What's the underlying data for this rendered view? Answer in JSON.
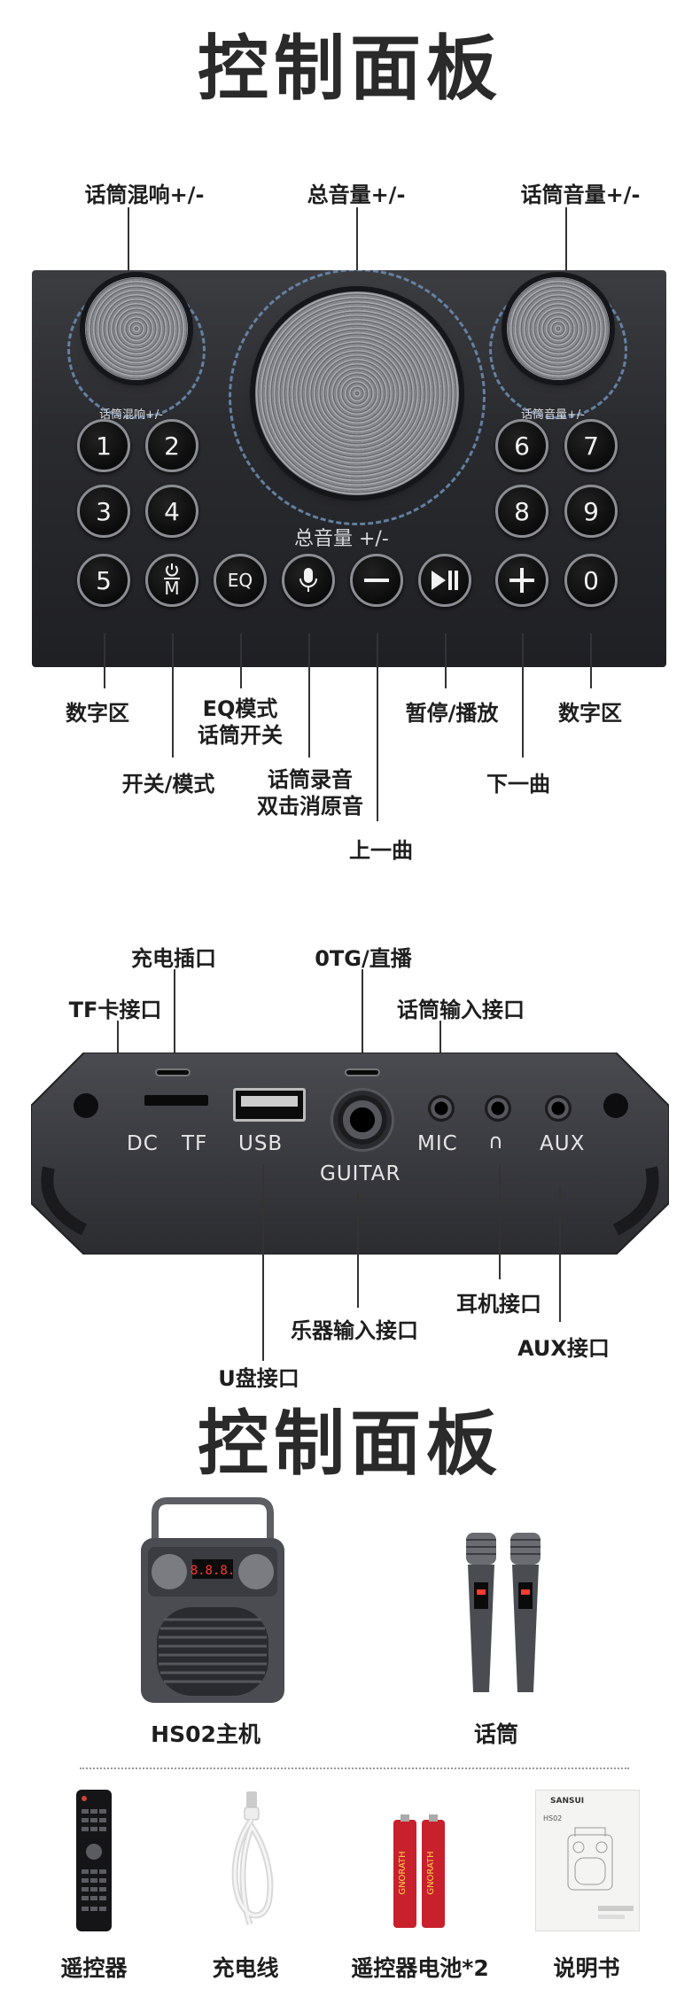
{
  "sections": {
    "title_top": "控制面板",
    "title_bottom": "控制面板"
  },
  "control_panel": {
    "top_labels": {
      "mic_reverb": "话筒混响+/-",
      "master_volume": "总音量+/-",
      "mic_volume": "话筒音量+/-"
    },
    "panel_captions": {
      "mic_reverb": "话筒混响+/-",
      "master_volume": "总音量 +/-",
      "mic_volume": "话筒音量+/-"
    },
    "buttons": {
      "b1": "1",
      "b2": "2",
      "b3": "3",
      "b4": "4",
      "b5": "5",
      "b6": "6",
      "b7": "7",
      "b8": "8",
      "b9": "9",
      "b0": "0",
      "power_mode": "M",
      "eq": "EQ"
    },
    "bottom_labels": {
      "numeric_left": "数字区",
      "power_mode": "开关/模式",
      "eq_line1": "EQ模式",
      "eq_line2": "话筒开关",
      "record_line1": "话筒录音",
      "record_line2": "双击消原音",
      "prev": "上一曲",
      "pause_play": "暂停/播放",
      "next": "下一曲",
      "numeric_right": "数字区"
    }
  },
  "rear_panel": {
    "top_labels": {
      "charge": "充电插口",
      "otg": "0TG/直播",
      "tf": "TF卡接口",
      "mic_in": "话筒输入接口"
    },
    "port_labels": {
      "dc": "DC",
      "tf": "TF",
      "usb": "USB",
      "guitar": "GUITAR",
      "mic": "MIC",
      "headphone": "∩",
      "aux": "AUX"
    },
    "bottom_labels": {
      "instrument": "乐器输入接口",
      "headphone": "耳机接口",
      "aux": "AUX接口",
      "usb": "U盘接口"
    }
  },
  "package": {
    "speaker": "HS02主机",
    "mics": "话筒",
    "remote": "遥控器",
    "cable": "充电线",
    "batteries": "遥控器电池*2",
    "manual": "说明书",
    "speaker_display": "8.8.8.",
    "battery_brand": "GNORATH",
    "manual_brand": "SANSUI",
    "manual_model": "HS02"
  }
}
